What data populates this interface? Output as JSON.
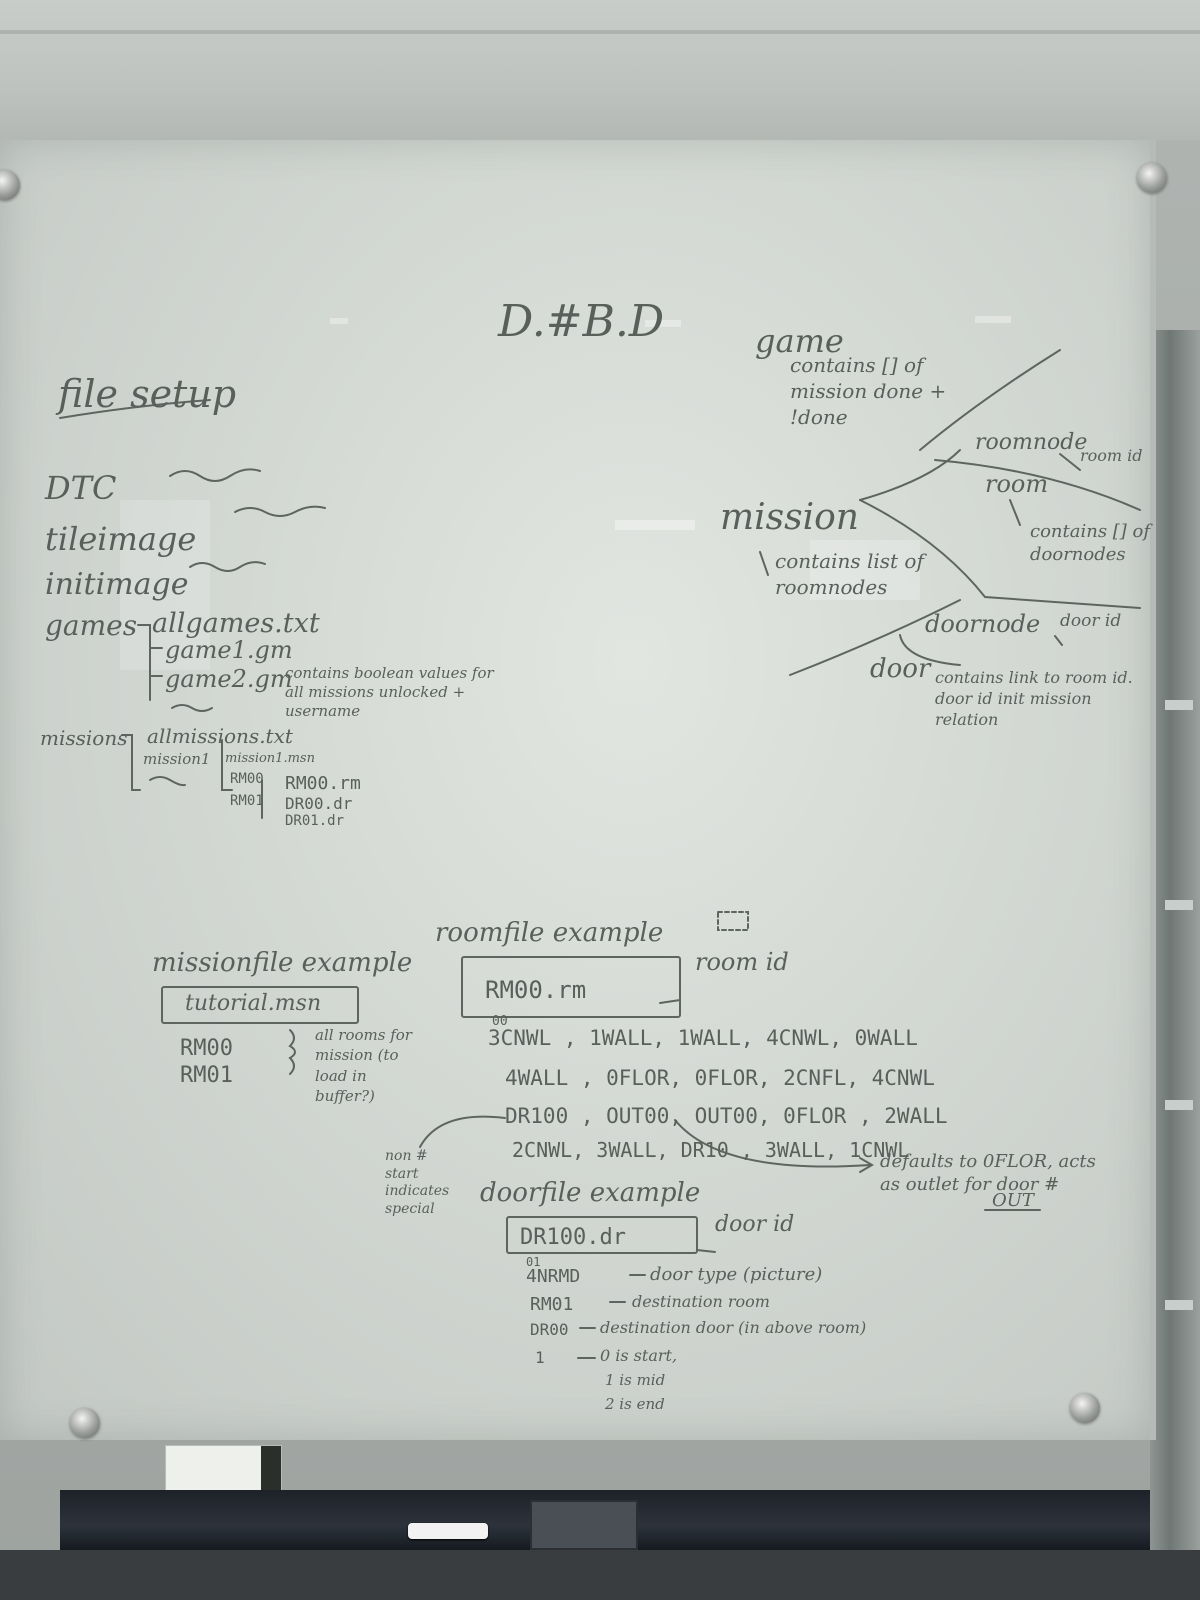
{
  "board": {
    "header_symbol": "D.#B.D",
    "file_setup": {
      "title": "file setup",
      "items": [
        "DTC",
        "tileimage",
        "initimage",
        "games",
        "missions"
      ],
      "games_files": [
        "allgames.txt",
        "game1.gm",
        "game2.gm"
      ],
      "games_note": "contains boolean values for all missions unlocked + username",
      "missions_files": [
        "allmissions.txt",
        "mission1",
        "mission1.msn",
        "RM00",
        "RM01",
        "RM00.rm",
        "DR00.dr",
        "DR01.dr"
      ]
    },
    "hierarchy": {
      "game": "game",
      "game_note": "contains [] of mission done + !done",
      "mission": "mission",
      "mission_note": "contains list of roomnodes",
      "roomnode": "roomnode",
      "roomnode_target": "room id",
      "room": "room",
      "room_note": "contains [] of doornodes",
      "doornode": "doornode",
      "doornode_target": "door id",
      "door": "door",
      "door_note": "contains link to room id. door id init mission relation"
    },
    "missionfile": {
      "title": "missionfile example",
      "filename": "tutorial.msn",
      "rooms": [
        "RM00",
        "RM01"
      ],
      "note": "all rooms for mission (to load in buffer?)"
    },
    "roomfile": {
      "title": "roomfile example",
      "filename": "RM00.rm",
      "id_label": "room id",
      "prefix": "00",
      "rows": [
        "3CNWL ,  1WALL,  1WALL, 4CNWL, 0WALL",
        "4WALL ,  0FLOR, 0FLOR, 2CNFL, 4CNWL",
        "DR100 , OUT00, OUT00, 0FLOR , 2WALL",
        "2CNWL, 3WALL,  DR10 , 3WALL, 1CNWL"
      ],
      "side_note": "non # start indicates special",
      "default_note": "defaults to 0FLOR, acts as outlet for door #",
      "out_label": "OUT"
    },
    "doorfile": {
      "title": "doorfile example",
      "filename": "DR100.dr",
      "id_label": "door id",
      "prefix": "01",
      "lines": [
        {
          "key": "4NRMD",
          "desc": "door type (picture)"
        },
        {
          "key": "RM01",
          "desc": "destination room"
        },
        {
          "key": "DR00",
          "desc": "destination door (in above room)"
        },
        {
          "key": "1",
          "desc": "0 is start,"
        }
      ],
      "more": [
        "1 is mid",
        "2 is end"
      ]
    }
  }
}
